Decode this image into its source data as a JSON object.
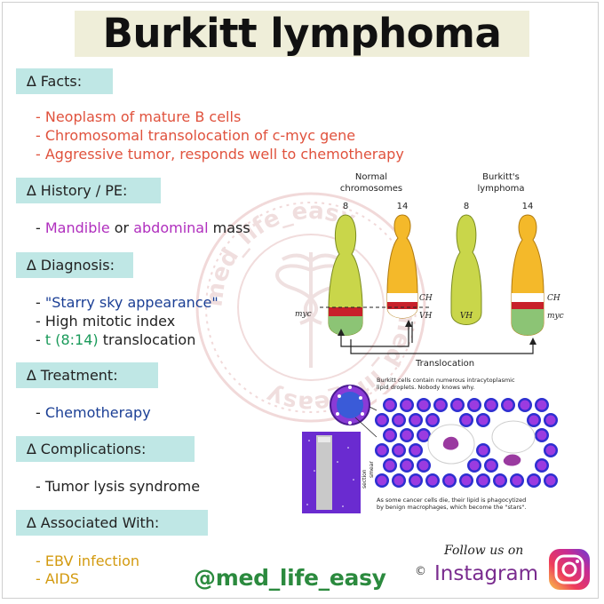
{
  "title": "Burkitt lymphoma",
  "sections": {
    "facts": {
      "header": "∆ Facts:",
      "items": [
        "- Neoplasm of mature B cells",
        "- Chromosomal transolocation of c-myc gene",
        "- Aggressive tumor, responds well to chemotherapy"
      ]
    },
    "history": {
      "header": "∆ History / PE:",
      "item": {
        "prefix": "- ",
        "w1": "Mandible",
        "mid": " or ",
        "w2": "abdominal",
        "suffix": " mass"
      }
    },
    "diagnosis": {
      "header": "∆ Diagnosis:",
      "item1": {
        "prefix": "- ",
        "text": "\"Starry sky appearance\""
      },
      "item2": "- High mitotic index",
      "item3": {
        "prefix": "- ",
        "code": "t (8:14)",
        "suffix": " translocation"
      }
    },
    "treatment": {
      "header": "∆ Treatment:",
      "item": {
        "prefix": "- ",
        "text": "Chemotherapy"
      }
    },
    "complications": {
      "header": "∆ Complications:",
      "item": "- Tumor lysis syndrome"
    },
    "associated": {
      "header": "∆ Associated With:",
      "items": [
        "- EBV infection",
        "- AIDS"
      ]
    }
  },
  "diagram": {
    "normal_label_1": "Normal",
    "normal_label_2": "chromosomes",
    "burkitt_label_1": "Burkitt's",
    "burkitt_label_2": "lymphoma",
    "chr_a": "8",
    "chr_b": "14",
    "chr_c": "8",
    "chr_d": "14",
    "ch_1": "CH",
    "vh_1": "VH",
    "myc_1": "myc",
    "vh_2": "VH",
    "ch_2": "CH",
    "myc_2": "myc",
    "translocation": "Translocation"
  },
  "micrograph": {
    "caption_top_1": "Burkitt cells contain numerous intracytoplasmic",
    "caption_top_2": "lipid droplets.  Nobody knows why.",
    "caption_bottom_1": "As some cancer cells die, their lipid is phagocytized",
    "caption_bottom_2": "by benign macrophages, which become the \"stars\".",
    "section_label": "section",
    "smear_label": "smear"
  },
  "watermark": "med_life_easy",
  "footer": {
    "handle": "@med_life_easy",
    "copyright": "©",
    "follow": "Follow us on",
    "instagram": "Instagram"
  }
}
